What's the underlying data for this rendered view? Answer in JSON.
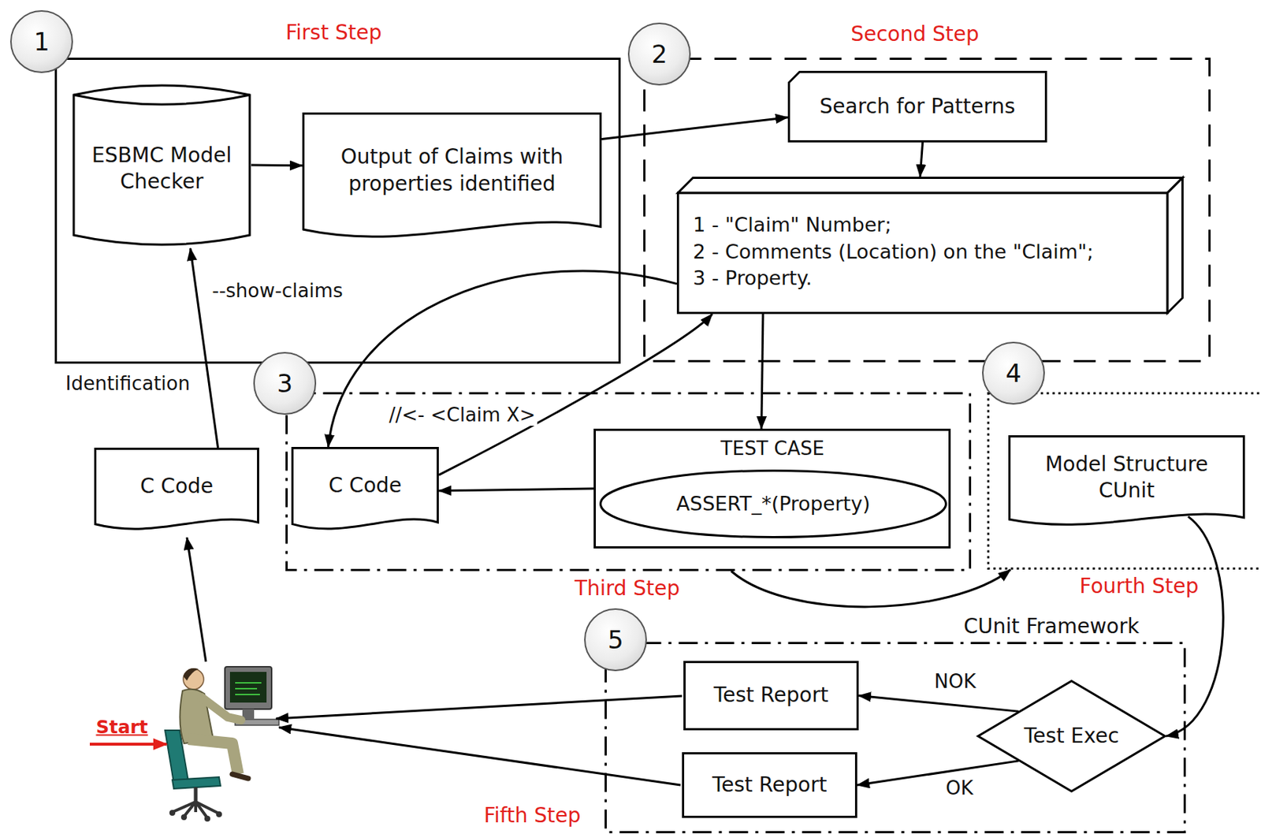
{
  "diagram": {
    "nodes": [
      {
        "text": [
          "First Step"
        ]
      },
      {
        "text": [
          "ESBMC Model Checker"
        ],
        "in": 0
      },
      {
        "text": [
          "Output of Claims with properties identified"
        ],
        "in": 0
      },
      {
        "text": [
          "Second Step"
        ]
      },
      {
        "text": [
          "Search for Patterns"
        ],
        "in": 3
      },
      {
        "text": [
          "1 - \"Claim\" Number;",
          "2 - Comments (Location) on the \"Claim\";",
          "3 - Property."
        ],
        "in": 3
      },
      {
        "text": [
          "Third Step"
        ]
      },
      {
        "text": [
          "C Code"
        ],
        "in": 6
      },
      {
        "text": [
          "TEST CASE"
        ],
        "in": 6
      },
      {
        "text": [
          "ASSERT_*(Property)"
        ],
        "in": 8
      },
      {
        "text": [
          "Fourth Step"
        ]
      },
      {
        "text": [
          "Model Structure CUnit"
        ],
        "in": 10
      },
      {
        "text": [
          "Fifth Step",
          "CUnit Framework"
        ]
      },
      {
        "text": [
          "Test Report"
        ],
        "in": 12
      },
      {
        "text": [
          "Test Report"
        ],
        "in": 12
      },
      {
        "text": [
          "Test Exec"
        ],
        "in": 12
      },
      {
        "text": [
          "C Code"
        ]
      }
    ],
    "edges": [
      {
        "from": 16,
        "to": 1,
        "label": "--show-claims",
        "arrow": "to"
      },
      {
        "from": 1,
        "to": 2,
        "arrow": "to"
      },
      {
        "from": 2,
        "to": 4,
        "arrow": "to"
      },
      {
        "from": 4,
        "to": 5,
        "arrow": "to"
      },
      {
        "from": 5,
        "to": 7,
        "arrow": "to"
      },
      {
        "from": 7,
        "to": 5,
        "arrow": "to"
      },
      {
        "from": 8,
        "to": 7,
        "arrow": "to"
      },
      {
        "from": 5,
        "to": 8,
        "arrow": "to"
      },
      {
        "from": 6,
        "to": 10,
        "arrow": "to"
      },
      {
        "from": 11,
        "to": 15,
        "arrow": "to"
      },
      {
        "from": 15,
        "to": 13,
        "label": "NOK",
        "arrow": "to"
      },
      {
        "from": 15,
        "to": 14,
        "label": "OK",
        "arrow": "to"
      }
    ],
    "labels": [
      "1",
      "2",
      "Identification",
      "3",
      "//<- <Claim X>",
      "4",
      "5",
      "Start"
    ]
  }
}
